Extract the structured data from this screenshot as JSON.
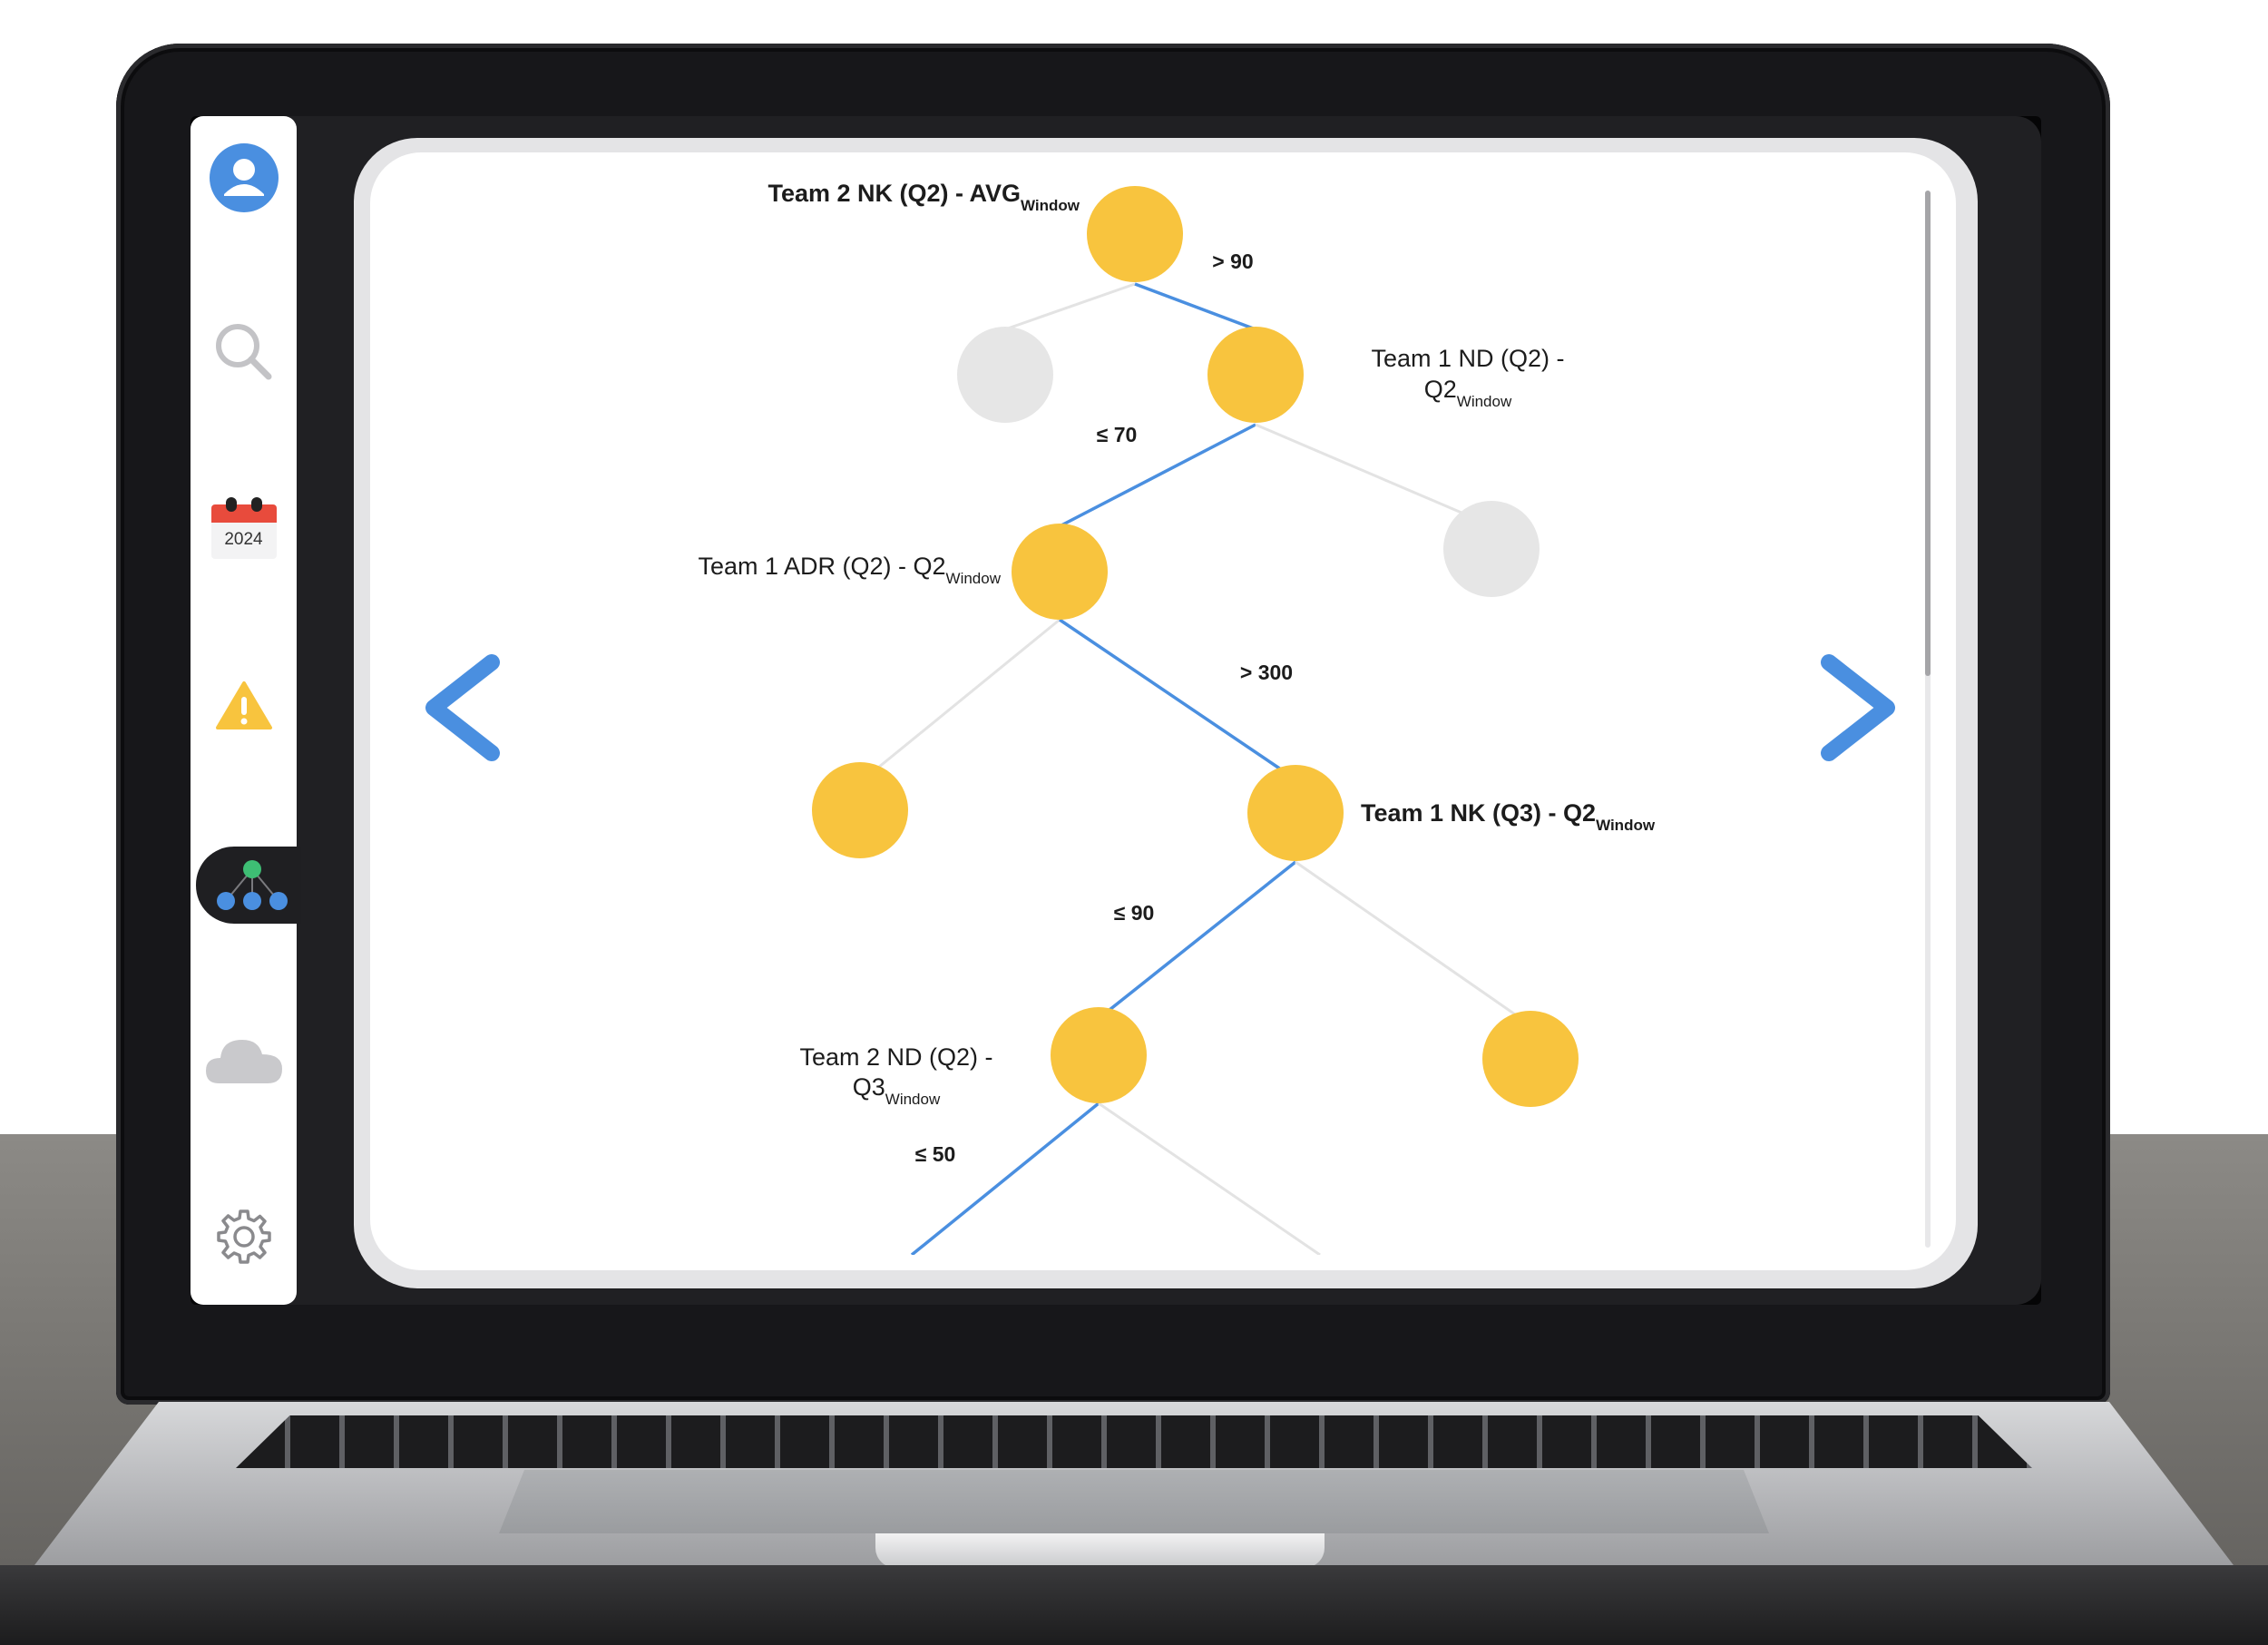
{
  "sidebar": {
    "items": [
      {
        "name": "profile",
        "icon": "user-avatar-icon"
      },
      {
        "name": "search",
        "icon": "search-icon"
      },
      {
        "name": "calendar",
        "icon": "calendar-icon",
        "label": "2024"
      },
      {
        "name": "alerts",
        "icon": "warning-icon"
      },
      {
        "name": "decision-tree",
        "icon": "tree-network-icon",
        "active": true
      },
      {
        "name": "cloud",
        "icon": "cloud-icon"
      },
      {
        "name": "settings",
        "icon": "gear-icon"
      }
    ]
  },
  "navigation": {
    "prev_icon": "chevron-left-icon",
    "next_icon": "chevron-right-icon"
  },
  "tree": {
    "nodes": {
      "root": {
        "label": "Team 2 NK (Q2) - AVG",
        "sub": "Window"
      },
      "n2": {
        "label_line1": "Team 1 ND (Q2) -",
        "label_line2": "Q2",
        "sub": "Window"
      },
      "n3": {
        "label": "Team 1 ADR (Q2) - Q2",
        "sub": "Window"
      },
      "n4": {
        "label": "Team 1 NK (Q3) - Q2",
        "sub": "Window"
      },
      "n5": {
        "label_line1": "Team 2 ND (Q2) -",
        "label_line2": "Q3",
        "sub": "Window"
      }
    },
    "edges": {
      "e1": "> 90",
      "e2": "≤ 70",
      "e3": "> 300",
      "e4": "≤ 90",
      "e5": "≤ 50"
    }
  },
  "colors": {
    "active_node": "#F8C43E",
    "inactive_node": "#E6E6E6",
    "active_edge": "#4A8FE0",
    "inactive_edge": "#E3E3E3",
    "accent": "#4A8FE0",
    "warning": "#F8C43E",
    "calendar_red": "#E84B3C",
    "tree_icon_green": "#3EBE74"
  }
}
